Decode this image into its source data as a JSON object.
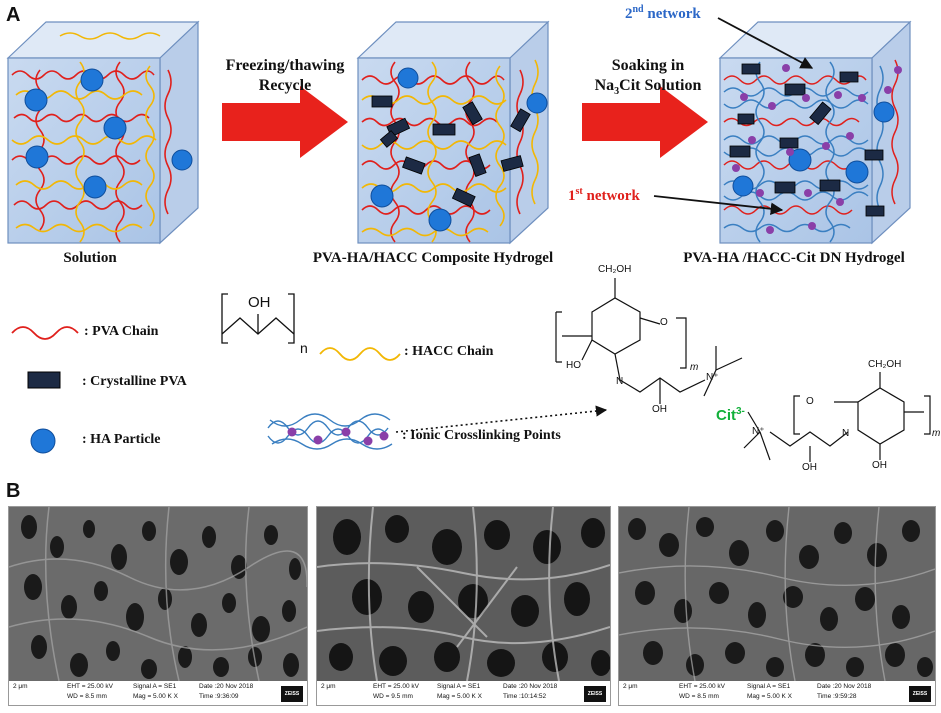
{
  "panel_a": {
    "letter": "A",
    "step1": {
      "line1": "Freezing/thawing",
      "line2": "Recycle"
    },
    "step2": {
      "line1": "Soaking in",
      "line2_pre": "Na",
      "line2_sub": "3",
      "line2_post": "Cit Solution"
    },
    "captions": {
      "solution": "Solution",
      "composite": "PVA-HA/HACC Composite Hydrogel",
      "dn": "PVA-HA /HACC-Cit DN Hydrogel"
    },
    "network_labels": {
      "second_num": "2",
      "second_sup": "nd",
      "second_rest": " network",
      "first_num": "1",
      "first_sup": "st",
      "first_rest": " network"
    },
    "legend": {
      "pva_chain": ": PVA Chain",
      "hacc_chain": ": HACC Chain",
      "crystalline": ": Crystalline PVA",
      "ha_particle": ": HA Particle",
      "ionic": ": Ionic Crosslinking Points"
    },
    "pva_formula": {
      "oh": "OH",
      "n": "n"
    },
    "hacc_structure": {
      "ch2oh": "CH₂OH",
      "o": "O",
      "ho": "HO",
      "oh": "OH",
      "n": "N",
      "nplus": "N⁺",
      "m": "m",
      "cit": "Cit",
      "cit_charge": "3-"
    },
    "colors": {
      "pva": "#e0201c",
      "hacc": "#f2b705",
      "ha": "#1f77d8",
      "ionic_chain": "#3a7fc1",
      "ionic_point": "#8a3fa8",
      "network_2": "#2b67c7",
      "network_1": "#e0201c",
      "cit": "#12b03a",
      "arrow": "#e8221c"
    }
  },
  "panel_b": {
    "letter": "B",
    "images": [
      {
        "scale": "2 μm",
        "eht": "EHT = 25.00 kV",
        "wd": "WD = 8.5 mm",
        "signal": "Signal A = SE1",
        "mag": "Mag = 5.00 K X",
        "date": "Date :20 Nov 2018",
        "time": "Time :9:36:09",
        "brand": "ZEISS"
      },
      {
        "scale": "2 μm",
        "eht": "EHT = 25.00 kV",
        "wd": "WD = 9.5 mm",
        "signal": "Signal A = SE1",
        "mag": "Mag = 5.00 K X",
        "date": "Date :20 Nov 2018",
        "time": "Time :10:14:52",
        "brand": "ZEISS"
      },
      {
        "scale": "2 μm",
        "eht": "EHT = 25.00 kV",
        "wd": "WD = 8.5 mm",
        "signal": "Signal A = SE1",
        "mag": "Mag = 5.00 K X",
        "date": "Date :20 Nov 2018",
        "time": "Time :9:59:28",
        "brand": "ZEISS"
      }
    ]
  }
}
